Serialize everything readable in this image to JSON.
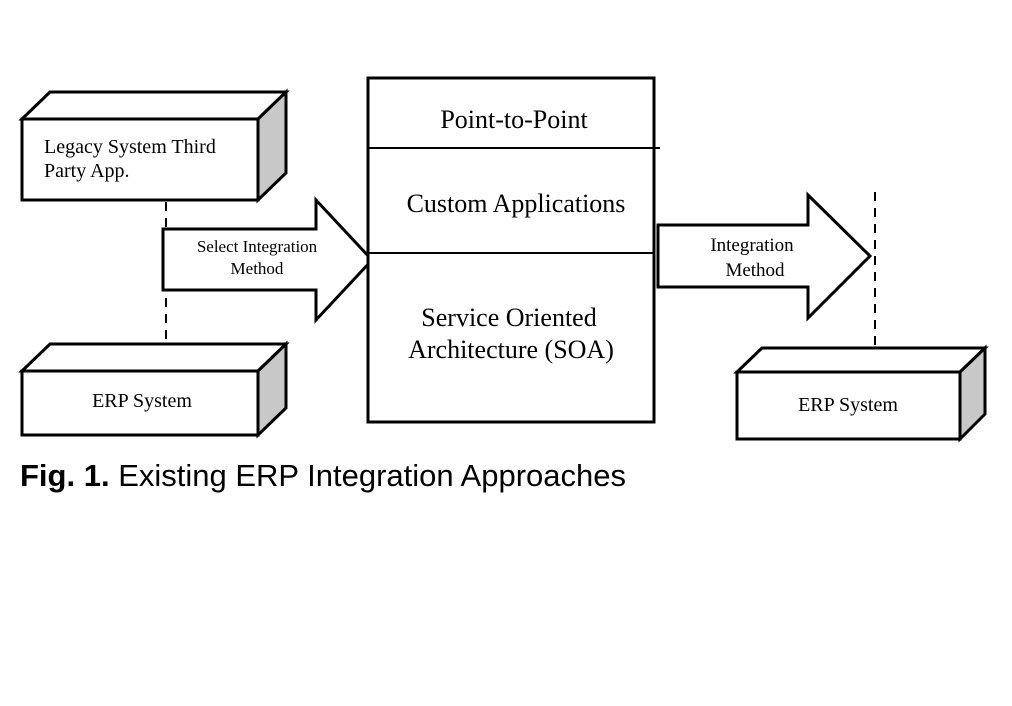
{
  "diagram": {
    "legacy_box": {
      "lines": [
        "Legacy System Third",
        "Party App."
      ]
    },
    "erp_left": {
      "label": "ERP System"
    },
    "erp_right": {
      "label": "ERP System"
    },
    "arrow_left": {
      "lines": [
        "Select Integration",
        "Method"
      ]
    },
    "arrow_right": {
      "lines": [
        "Integration",
        "Method"
      ]
    },
    "approaches": {
      "point_to_point": "Point-to-Point",
      "custom_applications": "Custom Applications",
      "soa": [
        "Service Oriented",
        "Architecture (SOA)"
      ]
    },
    "colors": {
      "stroke": "#000000",
      "box_shade": "#c8c8c8",
      "background": "#ffffff"
    }
  },
  "caption": {
    "label": "Fig. 1.",
    "text": "Existing ERP Integration Approaches"
  }
}
